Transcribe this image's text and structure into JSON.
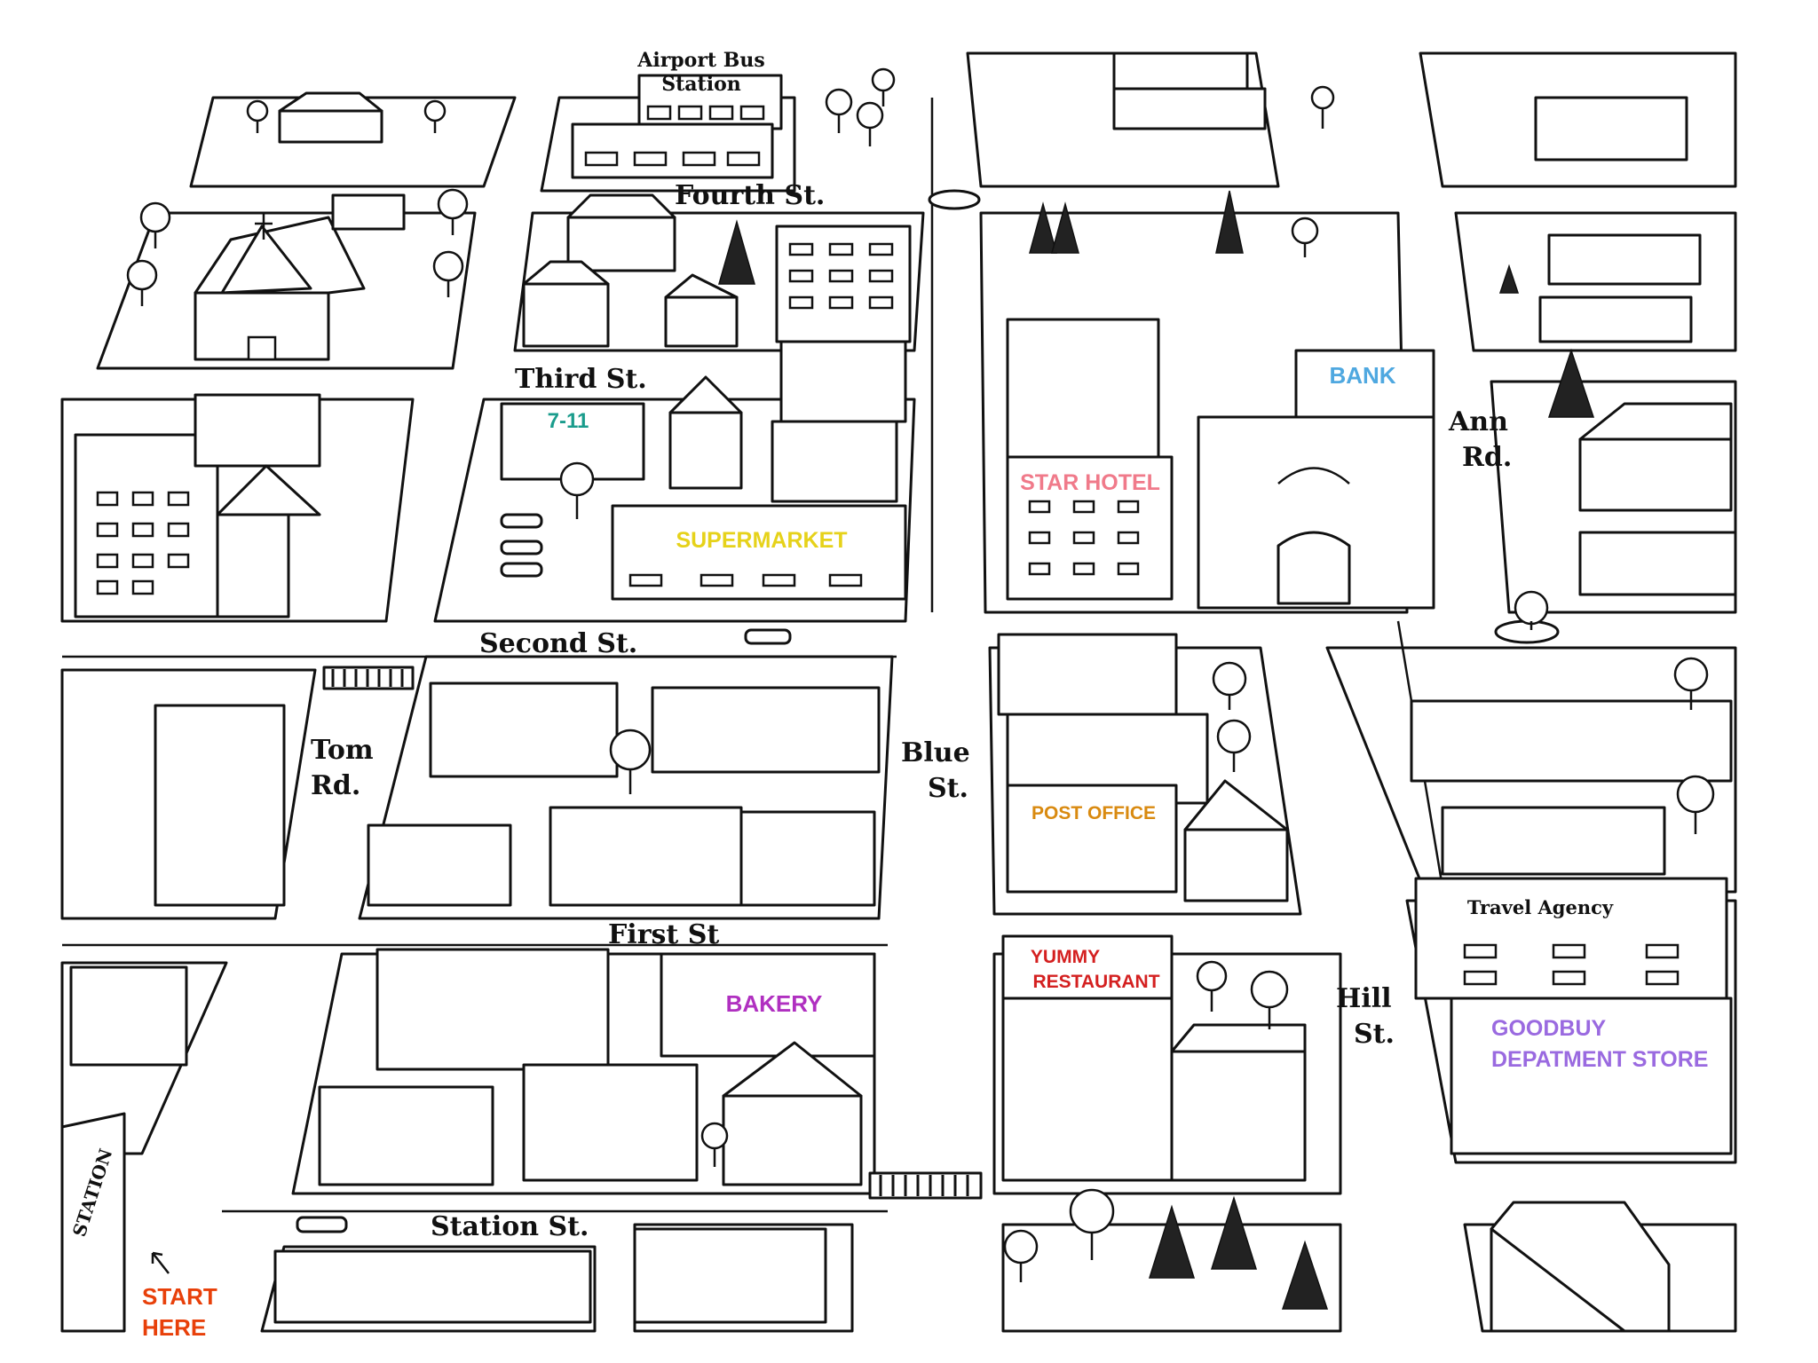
{
  "streets": {
    "fourth": "Fourth St.",
    "third": "Third St.",
    "second": "Second St.",
    "first": "First St",
    "station": "Station St.",
    "tom_1": "Tom",
    "tom_2": "Rd.",
    "blue_1": "Blue",
    "blue_2": "St.",
    "ann_1": "Ann",
    "ann_2": "Rd.",
    "hill_1": "Hill",
    "hill_2": "St."
  },
  "places": {
    "airport_bus_1": "Airport Bus",
    "airport_bus_2": "Station",
    "seven_eleven": "7-11",
    "supermarket": "SUPERMARKET",
    "bank": "BANK",
    "star_hotel": "STAR HOTEL",
    "post_office": "POST OFFICE",
    "yummy_1": "YUMMY",
    "yummy_2": "RESTAURANT",
    "bakery": "BAKERY",
    "travel_agency": "Travel Agency",
    "goodbuy_1": "GOODBUY",
    "goodbuy_2": "DEPATMENT STORE",
    "start_1": "START",
    "start_2": "HERE",
    "station_sign": "STATION"
  },
  "colors": {
    "seven_eleven": "#1a9c8c",
    "supermarket": "#e6d21a",
    "bank": "#4fa8e0",
    "star_hotel": "#f07a8a",
    "post_office": "#d98a10",
    "yummy": "#d42020",
    "bakery": "#b030c0",
    "goodbuy": "#9a6ae0",
    "start": "#e8400a",
    "ink": "#111111"
  }
}
